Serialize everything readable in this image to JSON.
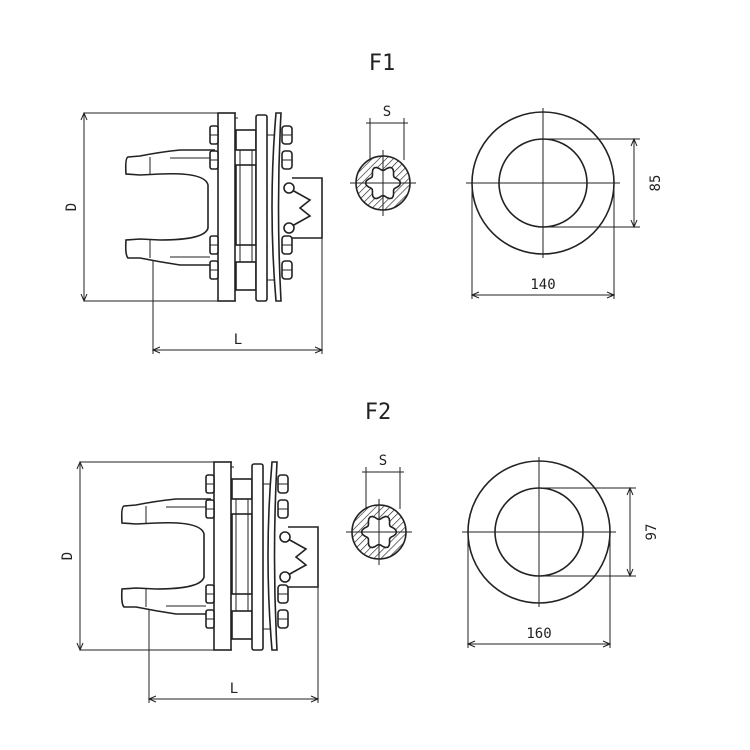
{
  "figures": [
    {
      "title": "F1",
      "d_label": "D",
      "l_label": "L",
      "s_label": "S",
      "inner_dim": "85",
      "outer_dim": "140"
    },
    {
      "title": "F2",
      "d_label": "D",
      "l_label": "L",
      "s_label": "S",
      "inner_dim": "97",
      "outer_dim": "160"
    }
  ],
  "colors": {
    "line": "#222222",
    "background": "#ffffff"
  }
}
